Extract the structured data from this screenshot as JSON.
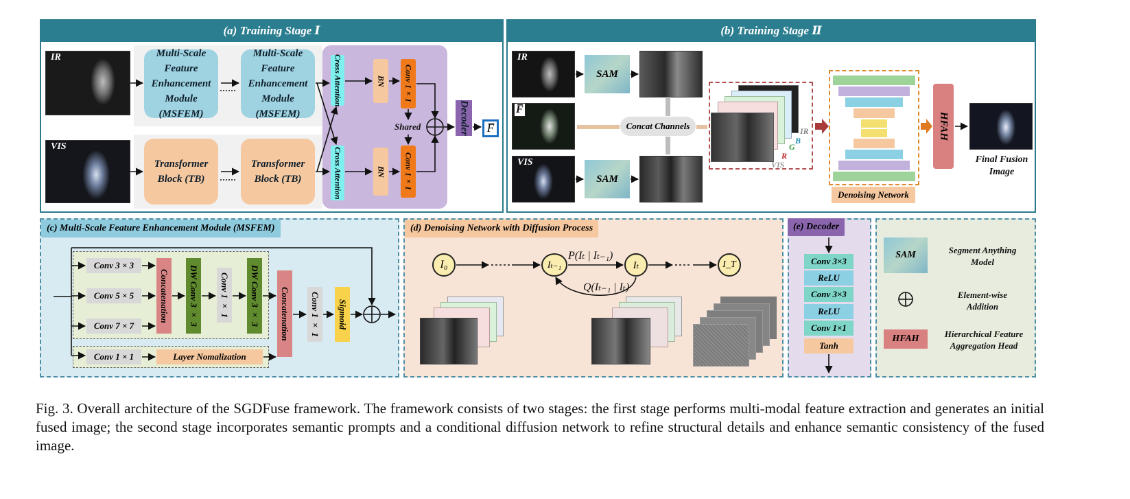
{
  "stage1": {
    "title": "(a) Training Stage Ⅰ",
    "ir_label": "IR",
    "vis_label": "VIS",
    "msfem_box": "Multi-Scale Feature Enhancement Module (MSFEM)",
    "tb_box": "Transformer Block (TB)",
    "cross_attention": "Cross Attention",
    "bn": "BN",
    "conv1x1": "Conv 1×1",
    "shared": "Shared",
    "decoder": "Decoder",
    "output_symbol": "F̅"
  },
  "stage2": {
    "title": "(b) Training Stage Ⅱ",
    "ir_label": "IR",
    "f_label": "F̅",
    "vis_label": "VIS",
    "sam": "SAM",
    "concat": "Concat Channels",
    "channel_labels": [
      "IR",
      "B",
      "G",
      "R",
      "VIS"
    ],
    "denoising_network": "Denoising Network",
    "hfah": "HFAH",
    "final": "Final Fusion Image"
  },
  "msfem": {
    "title": "(c) Multi-Scale Feature Enhancement Module (MSFEM)",
    "conv3": "Conv 3 × 3",
    "conv5": "Conv 5 × 5",
    "conv7": "Conv 7 × 7",
    "conv1": "Conv 1 × 1",
    "concatenation": "Concatenation",
    "dwconv": "DW Conv 3 × 3",
    "conv1v": "Conv 1 × 1",
    "layernorm": "Layer  Nomalization",
    "sigmoid": "Sigmoid"
  },
  "diffusion": {
    "title": "(d) Denoising Network with Diffusion Process",
    "i0": "I₀",
    "it1": "Iₜ₋₁",
    "it": "Iₜ",
    "iT": "I_T",
    "forward": "P(Iₜ | Iₜ₋₁)",
    "reverse": "Q(Iₜ₋₁ | Iₜ)"
  },
  "decoder": {
    "title": "(e) Decoder",
    "layers": [
      "Conv 3×3",
      "ReLU",
      "Conv 3×3",
      "ReLU",
      "Conv 1×1",
      "Tanh"
    ]
  },
  "legend": {
    "sam_box": "SAM",
    "sam_text": "Segment Anything Model",
    "plus_text": "Element-wise Addition",
    "hfah_box": "HFAH",
    "hfah_text": "Hierarchical Feature Aggregation Head"
  },
  "caption": "Fig. 3.  Overall architecture of the SGDFuse framework. The framework consists of two stages: the first stage performs multi-modal feature extraction and generates an initial fused image; the second stage incorporates semantic prompts and a conditional diffusion network to refine structural details and enhance semantic consistency of the fused image.",
  "colors": {
    "teal_bar": "#2b7e90",
    "msfem_blue": "#9fd3e1",
    "tb_peach": "#f6c8a0",
    "cross_cyan": "#7ff0f0",
    "conv_orange": "#f07a1a",
    "decoder_purple": "#8a65ad",
    "hfah_red": "#d98080",
    "concat_red": "#d98585",
    "dw_green": "#5f8a2e",
    "sigmoid_yellow": "#f7d24a",
    "decoder_teal": "#7fd6c8"
  }
}
